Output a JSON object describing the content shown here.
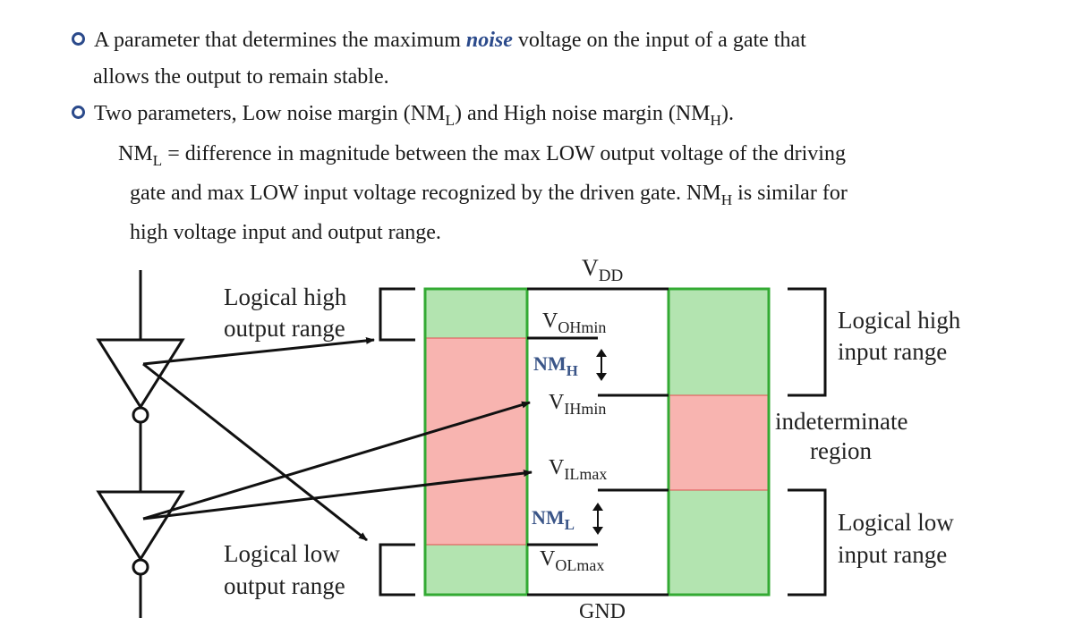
{
  "text": {
    "bullet1_pre": "A parameter that determines the maximum ",
    "bullet1_em": "noise",
    "bullet1_post": " voltage on the input of a gate that",
    "bullet1_line2": "allows the output to remain stable.",
    "bullet2_pre": "Two parameters, Low noise margin (NM",
    "bullet2_sub1": "L",
    "bullet2_mid": ") and High noise margin (NM",
    "bullet2_sub2": "H",
    "bullet2_post": ").",
    "def_nm": "NM",
    "def_sub": "L",
    "def_line1": " = difference in magnitude between the max LOW output voltage of the driving",
    "def_line2_pre": "gate and max LOW input voltage recognized by the driven gate. NM",
    "def_line2_sub": "H",
    "def_line2_post": " is similar for",
    "def_line3": "high voltage input and output range."
  },
  "diagram": {
    "vdd": "V",
    "vdd_sub": "DD",
    "gnd": "GND",
    "v_oh_min": "V",
    "v_oh_min_sub": "OHmin",
    "v_ih_min": "V",
    "v_ih_min_sub": "IHmin",
    "v_il_max": "V",
    "v_il_max_sub": "ILmax",
    "v_ol_max": "V",
    "v_ol_max_sub": "OLmax",
    "nm_h": "NM",
    "nm_h_sub": "H",
    "nm_l": "NM",
    "nm_l_sub": "L",
    "logical_high_output_1": "Logical high",
    "logical_high_output_2": "output range",
    "logical_low_output_1": "Logical low",
    "logical_low_output_2": "output range",
    "logical_high_input_1": "Logical high",
    "logical_high_input_2": "input range",
    "logical_low_input_1": "Logical low",
    "logical_low_input_2": "input range",
    "indeterminate_1": "indeterminate",
    "indeterminate_2": "region"
  },
  "colors": {
    "green_fill": "#b3e4b0",
    "green_border": "#33aa33",
    "red_fill": "#f8b4b0",
    "red_border": "#e05050",
    "bullet": "#2b4a8b",
    "nm_text": "#3a5588"
  }
}
